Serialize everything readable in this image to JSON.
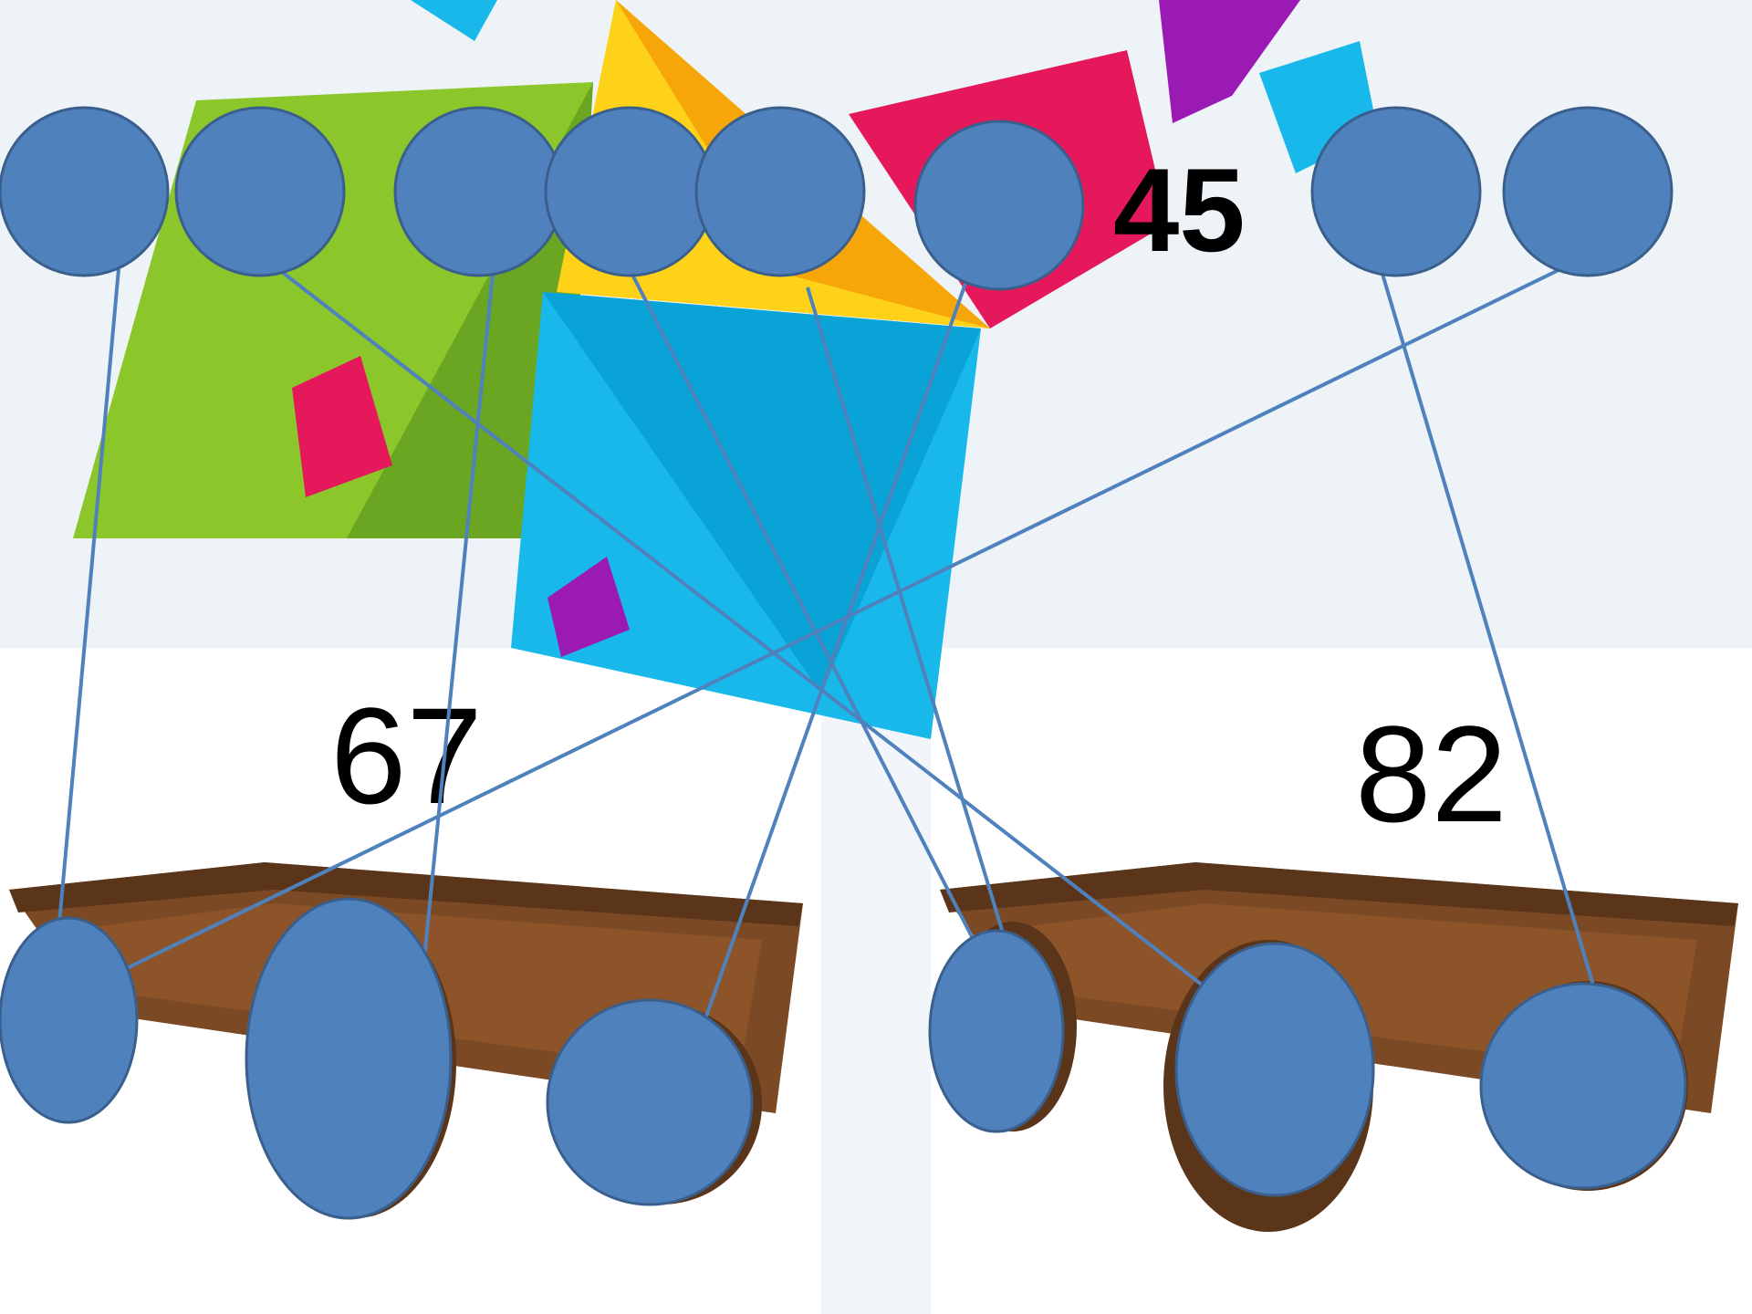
{
  "puzzle": {
    "top_number_visible": "45",
    "cart_left_total": "67",
    "cart_right_total": "82"
  },
  "colors": {
    "token_fill": "#4f81bd",
    "token_stroke": "#3a5f8c",
    "line": "#4f81bd",
    "cart_wood": "#7b4a25",
    "cart_dark": "#5a3519",
    "green_kite": "#8bc62a",
    "yellow_kite": "#ffd21a",
    "blue_kite": "#19b8ea",
    "red_kite": "#e4185a",
    "purple_kite": "#9b1ab4"
  }
}
